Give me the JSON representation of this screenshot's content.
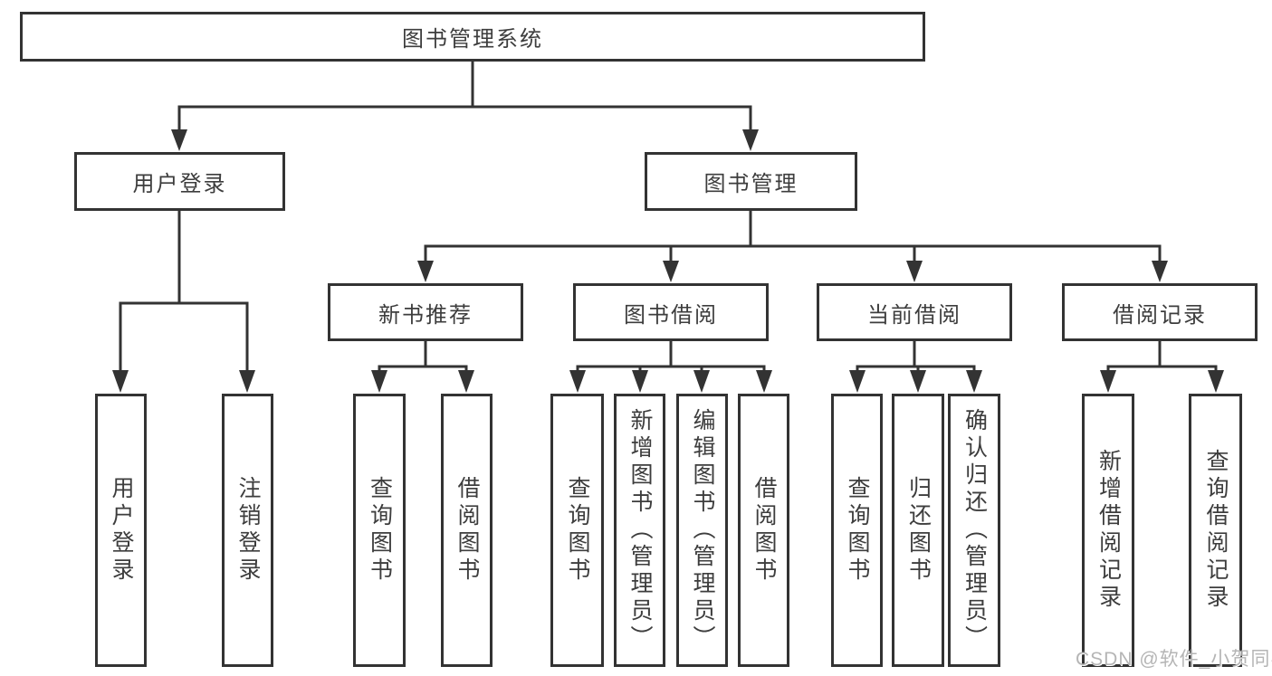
{
  "diagram": {
    "root": {
      "label": "图书管理系统"
    },
    "level2": [
      {
        "label": "用户登录"
      },
      {
        "label": "图书管理"
      }
    ],
    "level3": [
      {
        "parent": "图书管理",
        "label": "新书推荐"
      },
      {
        "parent": "图书管理",
        "label": "图书借阅"
      },
      {
        "parent": "图书管理",
        "label": "当前借阅"
      },
      {
        "parent": "图书管理",
        "label": "借阅记录"
      }
    ],
    "leaves": [
      {
        "parent": "用户登录",
        "label": "用户登录"
      },
      {
        "parent": "用户登录",
        "label": "注销登录"
      },
      {
        "parent": "新书推荐",
        "label": "查询图书"
      },
      {
        "parent": "新书推荐",
        "label": "借阅图书"
      },
      {
        "parent": "图书借阅",
        "label": "查询图书"
      },
      {
        "parent": "图书借阅",
        "label": "新增图书（管理员）"
      },
      {
        "parent": "图书借阅",
        "label": "编辑图书（管理员）"
      },
      {
        "parent": "图书借阅",
        "label": "借阅图书"
      },
      {
        "parent": "当前借阅",
        "label": "查询图书"
      },
      {
        "parent": "当前借阅",
        "label": "归还图书"
      },
      {
        "parent": "当前借阅",
        "label": "确认归还（管理员）"
      },
      {
        "parent": "借阅记录",
        "label": "新增借阅记录"
      },
      {
        "parent": "借阅记录",
        "label": "查询借阅记录"
      }
    ],
    "watermark": "CSDN @软件_小贺同学",
    "colors": {
      "line": "#333333",
      "text": "#3d3d3d",
      "box_bg": "#ffffff",
      "watermark": "#b5b5b5"
    }
  }
}
